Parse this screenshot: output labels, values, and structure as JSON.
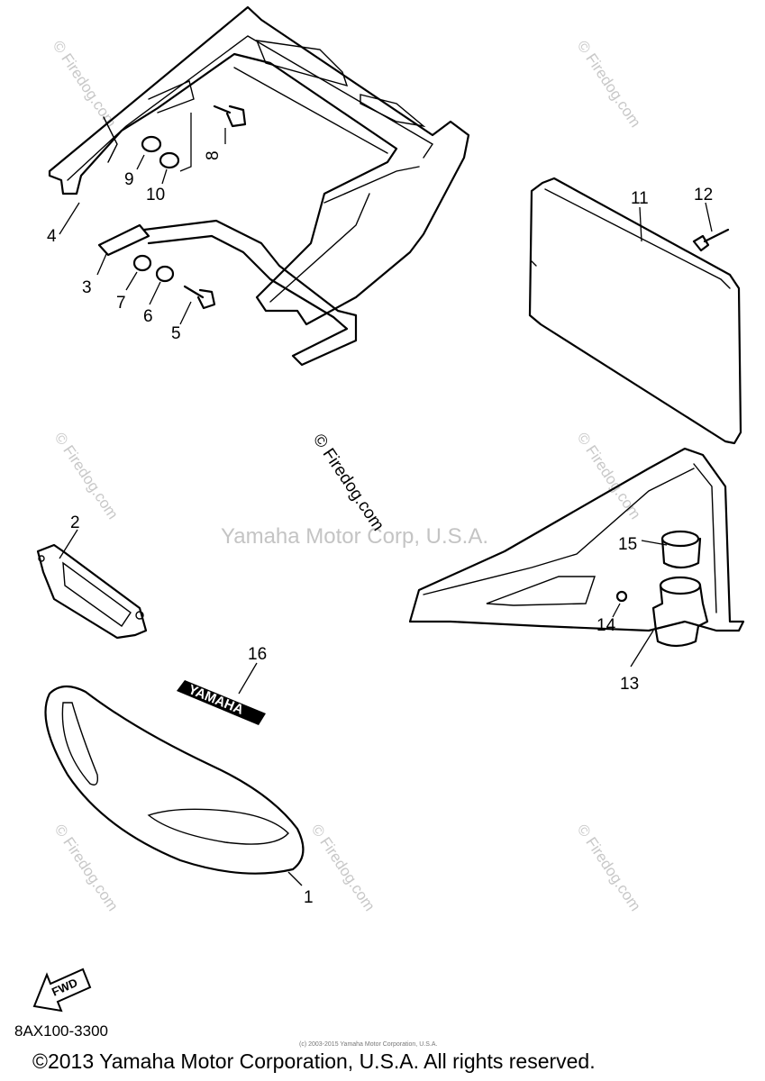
{
  "watermarks": {
    "firedog": "© Firedog.com",
    "center": "Yamaha Motor Corp, U.S.A."
  },
  "callouts": [
    "1",
    "2",
    "3",
    "4",
    "5",
    "6",
    "7",
    "8",
    "9",
    "10",
    "11",
    "12",
    "13",
    "14",
    "15",
    "16"
  ],
  "logo_text": "YAMAHA",
  "fwd_label": "FWD",
  "diagram_code": "8AX100-3300",
  "small_notice": "(c) 2003-2015 Yamaha Motor Corporation, U.S.A.",
  "copyright": "©2013 Yamaha Motor Corporation, U.S.A. All rights reserved."
}
